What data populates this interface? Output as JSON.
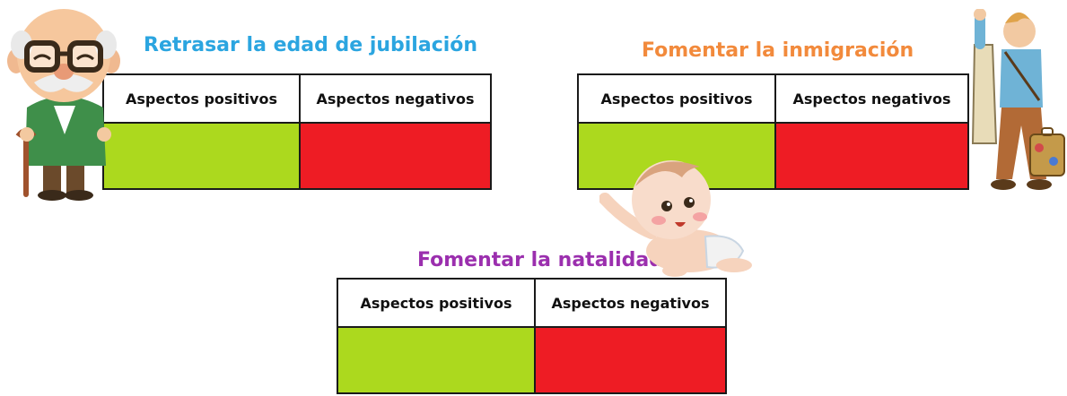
{
  "sections": [
    {
      "title": "Retrasar la edad de jubilación",
      "title_color": "#2ba5e0",
      "col_positive": "Aspectos positivos",
      "col_negative": "Aspectos negativos"
    },
    {
      "title": "Fomentar la inmigración",
      "title_color": "#f28a3c",
      "col_positive": "Aspectos positivos",
      "col_negative": "Aspectos negativos"
    },
    {
      "title": "Fomentar la natalidad",
      "title_color": "#9b2fae",
      "col_positive": "Aspectos positivos",
      "col_negative": "Aspectos negativos"
    }
  ],
  "colors": {
    "positive": "#acd91e",
    "negative": "#ee1c24"
  },
  "illustrations": [
    "grandfather-illustration",
    "traveler-illustration",
    "baby-illustration"
  ]
}
